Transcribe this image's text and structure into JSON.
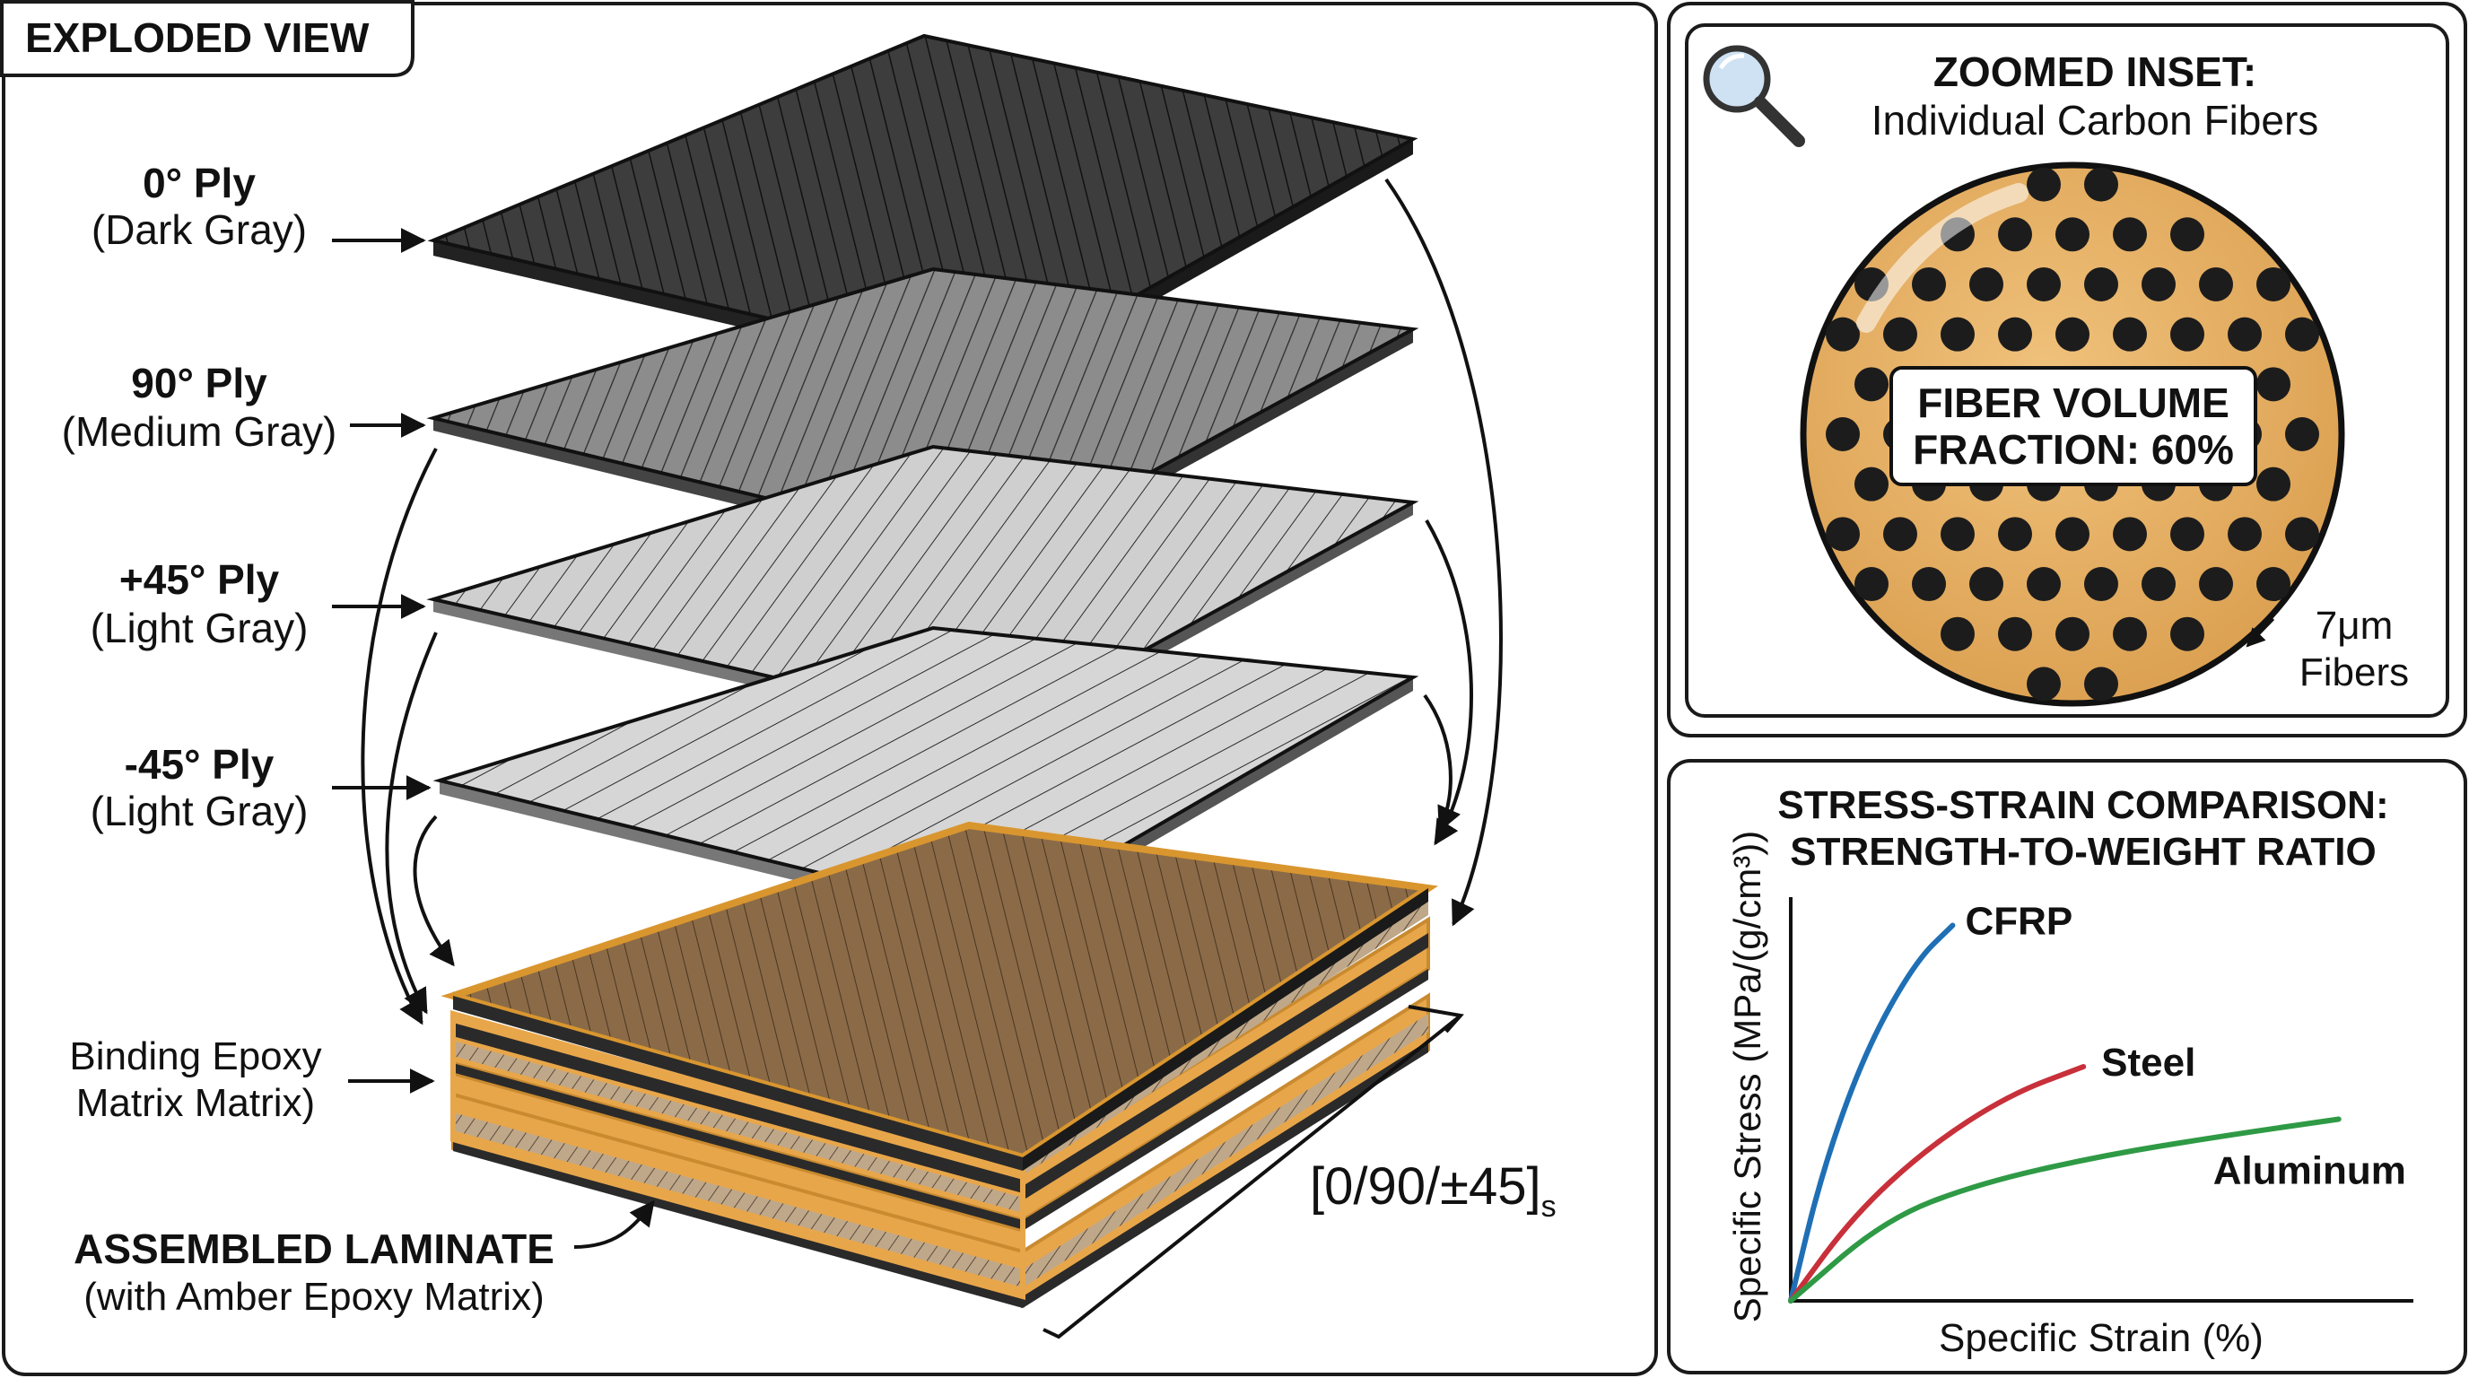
{
  "exploded": {
    "tab_title": "EXPLODED VIEW",
    "plies": [
      {
        "name": "0° Ply",
        "color_name": "(Dark Gray)"
      },
      {
        "name": "90° Ply",
        "color_name": "(Medium Gray)"
      },
      {
        "name": "+45° Ply",
        "color_name": "(Light Gray)"
      },
      {
        "name": "-45° Ply",
        "color_name": "(Light Gray)"
      }
    ],
    "matrix_label": [
      "Binding Epoxy",
      "Matrix Matrix)"
    ],
    "assembled_title": "ASSEMBLED LAMINATE",
    "assembled_sub": "(with Amber Epoxy Matrix)",
    "layup": "[0/90/±45]",
    "layup_sub": "s",
    "colors": {
      "dark_ply": "#3a3a3a",
      "medium_ply": "#8a8a8a",
      "light_ply": "#c8c8c8",
      "epoxy": "#e8a64a",
      "laminate_top": "#8a6a46"
    }
  },
  "inset": {
    "title": "ZOOMED INSET:",
    "subtitle": "Individual Carbon Fibers",
    "badge": [
      "FIBER VOLUME",
      "FRACTION: 60%"
    ],
    "fiber_note": [
      "7μm",
      "Fibers"
    ],
    "icon": "magnifier-icon",
    "colors": {
      "matrix": "#e6b46a",
      "fiber": "#1c1c1c"
    }
  },
  "chart_data": {
    "type": "line",
    "title": [
      "STRESS-STRAIN COMPARISON:",
      "STRENGTH-TO-WEIGHT RATIO"
    ],
    "xlabel": "Specific Strain (%)",
    "ylabel": "Specific Stress (MPa/(g/cm³))",
    "grid": false,
    "xlim": [
      0,
      10
    ],
    "ylim": [
      0,
      10
    ],
    "series": [
      {
        "name": "CFRP",
        "color": "#1f6fb5",
        "x": [
          0,
          0.5,
          1.2,
          2.0,
          2.6
        ],
        "y": [
          0,
          3.2,
          6.2,
          8.4,
          9.3
        ]
      },
      {
        "name": "Steel",
        "color": "#c8303a",
        "x": [
          0,
          1.0,
          2.2,
          3.5,
          4.7
        ],
        "y": [
          0,
          2.1,
          3.8,
          5.1,
          5.8
        ]
      },
      {
        "name": "Aluminum",
        "color": "#2f9a45",
        "x": [
          0,
          1.5,
          3.0,
          5.0,
          7.0,
          8.8
        ],
        "y": [
          0,
          2.0,
          2.9,
          3.6,
          4.1,
          4.5
        ]
      }
    ]
  }
}
